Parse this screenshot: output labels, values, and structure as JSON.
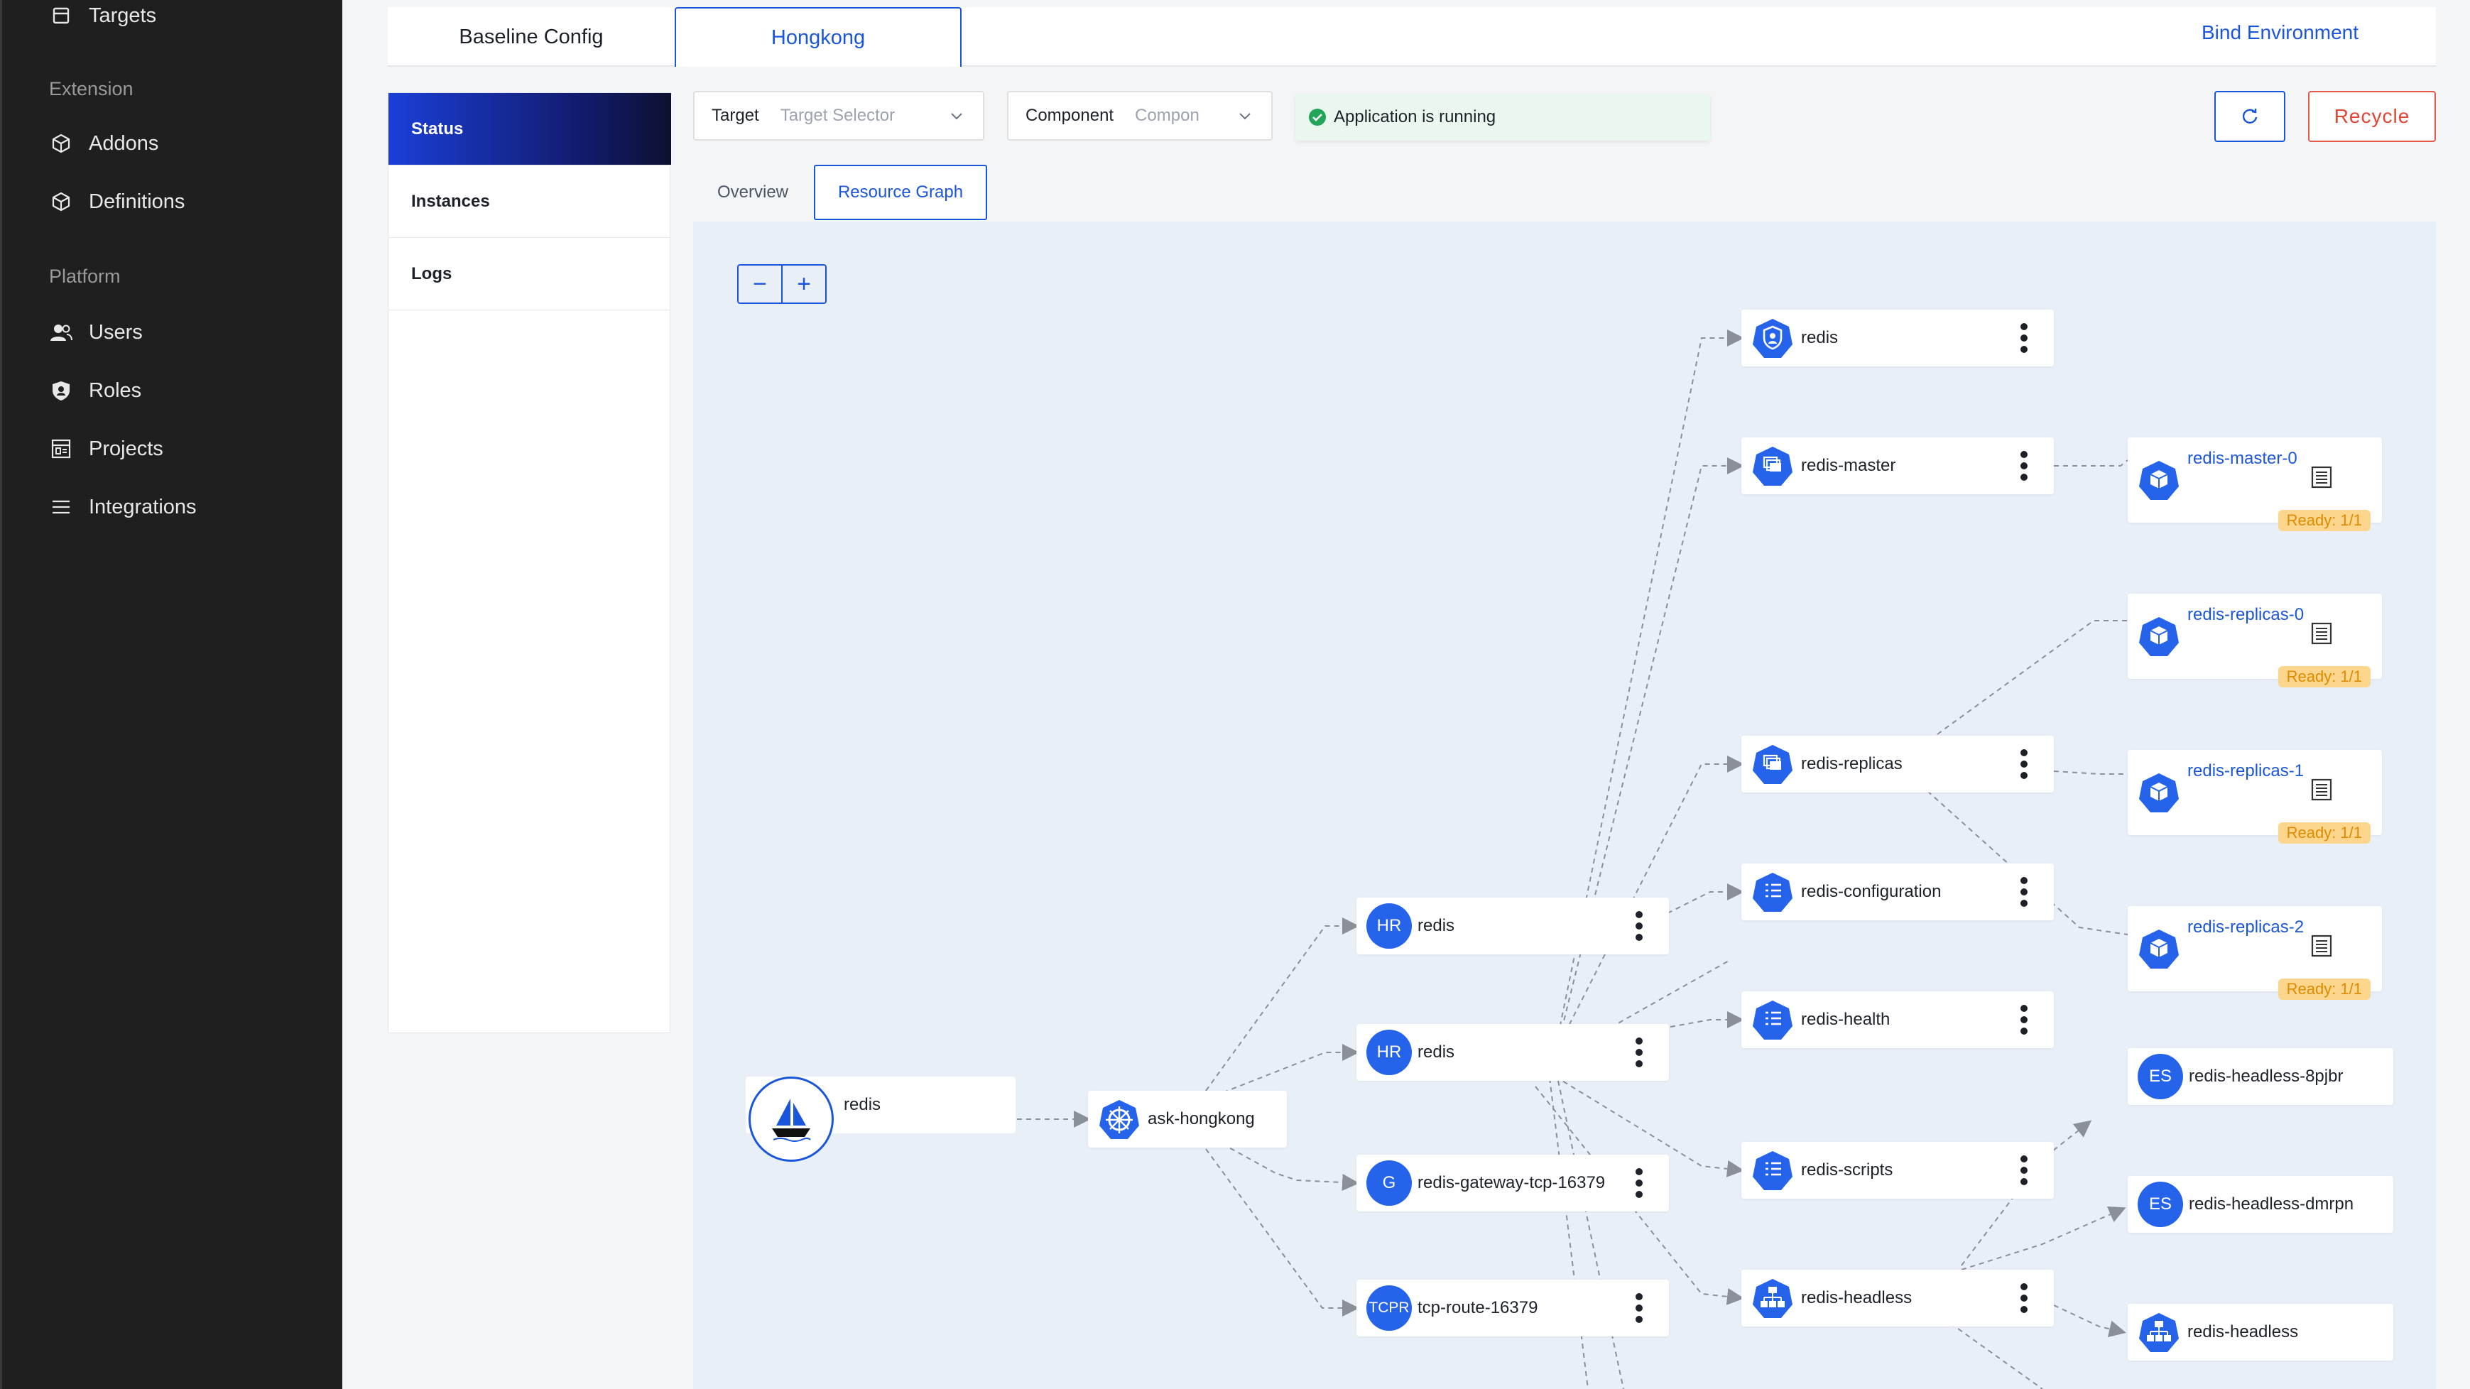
{
  "sidebar": {
    "items_top": [
      {
        "label": "Targets",
        "icon": "target-icon"
      }
    ],
    "group_extension": "Extension",
    "extension_items": [
      {
        "label": "Addons",
        "icon": "cube-icon"
      },
      {
        "label": "Definitions",
        "icon": "cube-icon"
      }
    ],
    "group_platform": "Platform",
    "platform_items": [
      {
        "label": "Users",
        "icon": "users-icon"
      },
      {
        "label": "Roles",
        "icon": "shield-icon"
      },
      {
        "label": "Projects",
        "icon": "project-icon"
      },
      {
        "label": "Integrations",
        "icon": "list-icon"
      }
    ]
  },
  "env_tabs": {
    "baseline": "Baseline Config",
    "active": "Hongkong",
    "bind": "Bind Environment"
  },
  "submenu": [
    "Status",
    "Instances",
    "Logs"
  ],
  "toolbar": {
    "target_label": "Target",
    "target_placeholder": "Target Selector",
    "component_label": "Component",
    "component_placeholder": "Compon",
    "alert_text": "Application is running",
    "recycle": "Recycle"
  },
  "view_tabs": {
    "overview": "Overview",
    "resource_graph": "Resource Graph"
  },
  "zoom": {
    "minus": "−",
    "plus": "+"
  },
  "graph": {
    "root": "redis",
    "cluster": "ask-hongkong",
    "level2": [
      {
        "icon_text": "HR",
        "label": "redis"
      },
      {
        "icon_text": "HR",
        "label": "redis"
      },
      {
        "icon_text": "G",
        "label": "redis-gateway-tcp-16379"
      },
      {
        "icon_text": "TCPR",
        "label": "tcp-route-16379"
      }
    ],
    "level3": [
      {
        "label": "redis",
        "kind": "sa"
      },
      {
        "label": "redis-master",
        "kind": "sts"
      },
      {
        "label": "redis-replicas",
        "kind": "sts"
      },
      {
        "label": "redis-configuration",
        "kind": "cm"
      },
      {
        "label": "redis-health",
        "kind": "cm"
      },
      {
        "label": "redis-scripts",
        "kind": "cm"
      },
      {
        "label": "redis-headless",
        "kind": "svc"
      }
    ],
    "pods": [
      {
        "label": "redis-master-0",
        "badge": "Ready: 1/1"
      },
      {
        "label": "redis-replicas-0",
        "badge": "Ready: 1/1"
      },
      {
        "label": "redis-replicas-1",
        "badge": "Ready: 1/1"
      },
      {
        "label": "redis-replicas-2",
        "badge": "Ready: 1/1"
      }
    ],
    "endpoints": [
      {
        "icon_text": "ES",
        "label": "redis-headless-8pjbr"
      },
      {
        "icon_text": "ES",
        "label": "redis-headless-dmrpn"
      },
      {
        "label": "redis-headless",
        "kind": "ep"
      }
    ]
  },
  "colors": {
    "primary": "#1a56db",
    "danger": "#e04535",
    "sidebar": "#1f1f1f",
    "canvas": "#e9eff7",
    "badge_bg": "#fcd68c",
    "badge_text": "#e08a00"
  }
}
